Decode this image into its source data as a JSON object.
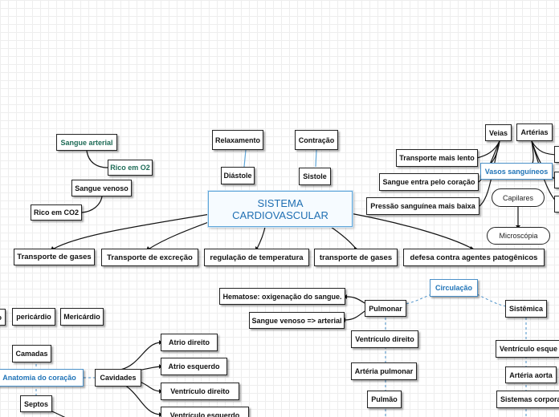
{
  "central": "SISTEMA CARDIOVASCULAR",
  "top": {
    "sangue_arterial": "Sangue arterial",
    "rico_o2": "Rico em O2",
    "sangue_venoso": "Sangue venoso",
    "rico_co2": "Rico em CO2",
    "relaxamento": "Relaxamento",
    "diastole": "Diástole",
    "contracao": "Contração",
    "sistole": "Sistole"
  },
  "vasos": {
    "veias": "Veias",
    "arterias": "Artérias",
    "vasos_sanguineos": "Vasos sanguíneos",
    "capilares": "Capilares",
    "microscopia": "Microscópia",
    "transporte_lento": "Transporte mais lento",
    "sangue_coracao": "Sangue entra pelo coração",
    "pressao": "Pressão sanguínea mais baixa"
  },
  "functions": [
    "Transporte de gases",
    "Transporte de excreção",
    "regulação de temperatura",
    "transporte de gases",
    "defesa contra agentes patogênicos"
  ],
  "circulacao": {
    "title": "Circulação",
    "pulmonar": "Pulmonar",
    "hematose": "Hematose: oxigenação do sangue.",
    "sangue_venoso_arterial": "Sangue venoso => arterial",
    "ventriculo_direito": "Ventrículo direito",
    "arteria_pulmonar": "Artéria pulmonar",
    "pulmao": "Pulmão",
    "sistemica": "Sistêmica",
    "ventriculo_esquerdo": "Ventrículo esque",
    "arteria_aorta": "Artéria aorta",
    "sistemas_corporais": "Sistemas corpora"
  },
  "anatomia": {
    "title": "Anatomia do coração",
    "camadas": "Camadas",
    "endocardio": "o",
    "pericardio": "pericárdio",
    "miocardio": "Mericárdio",
    "septos": "Septos",
    "cavidades": "Cavidades",
    "cavidades_items": [
      "Atrio direito",
      "Atrio esquerdo",
      "Ventrículo direito",
      "Ventrículo esquerdo"
    ]
  },
  "colors": {
    "accent": "#1f73b7",
    "green_text": "#1e6b56",
    "line": "#111111",
    "dashed": "#4a90c8"
  }
}
